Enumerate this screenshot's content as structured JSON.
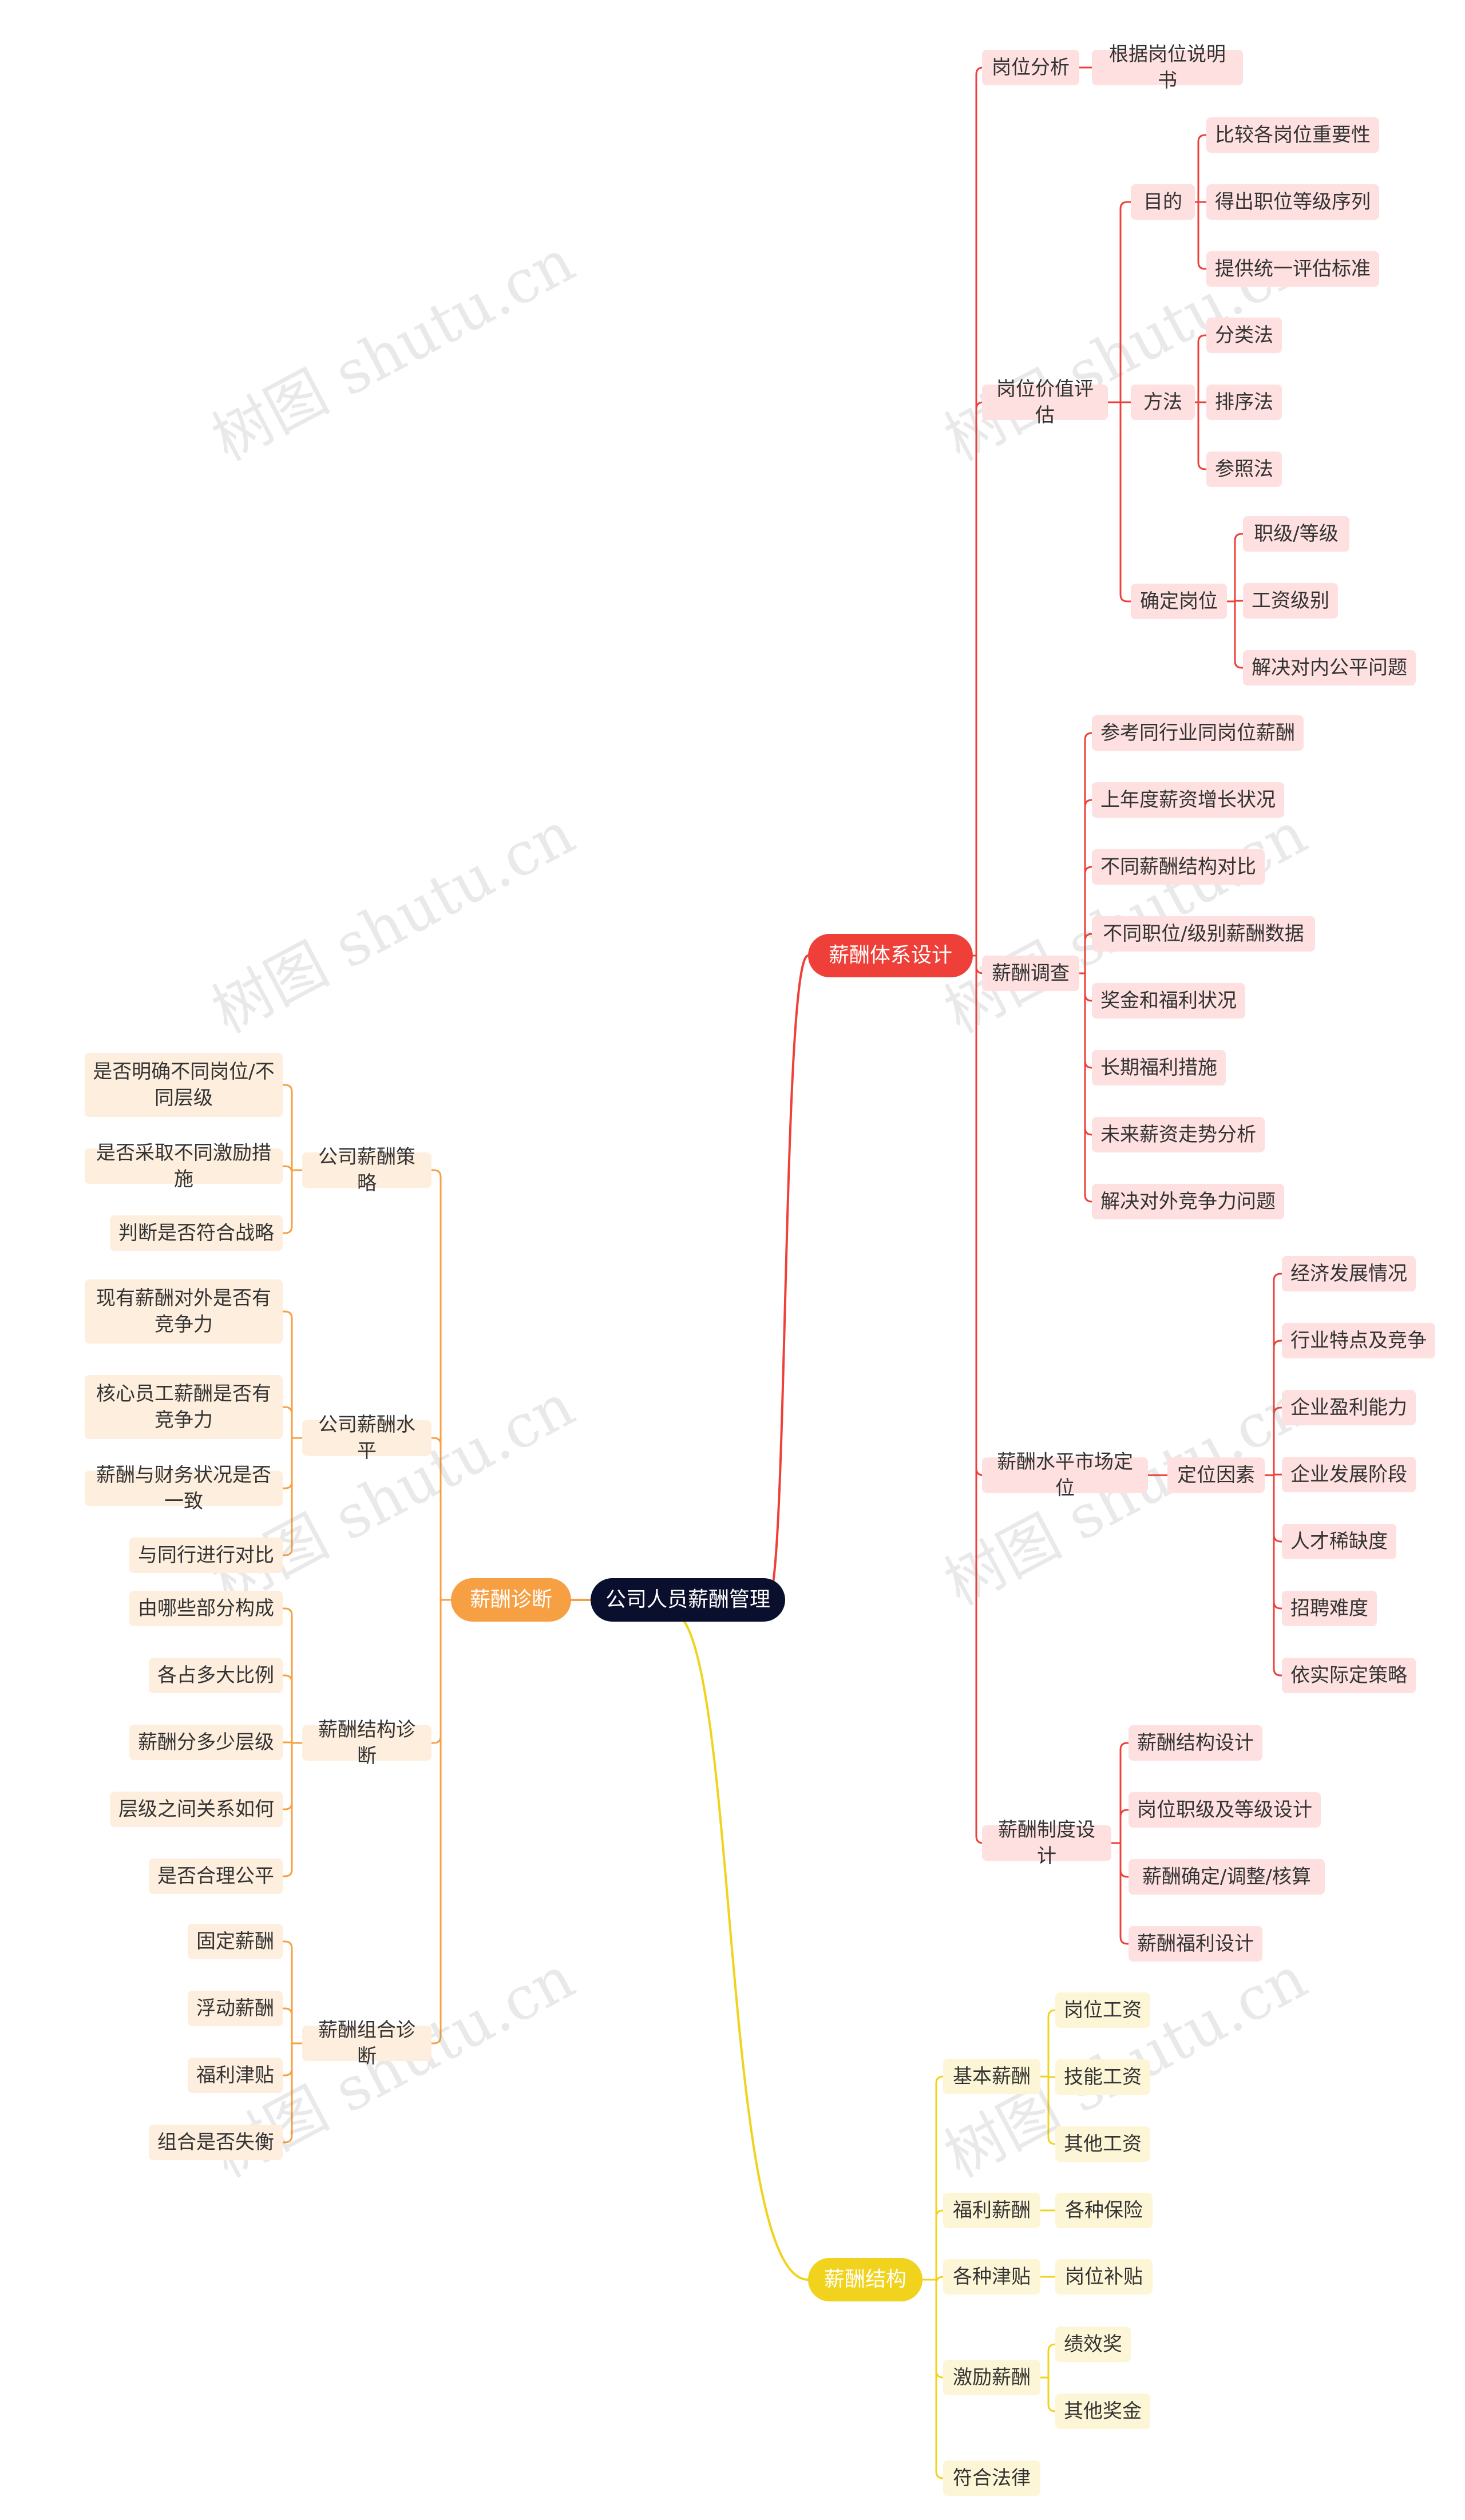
{
  "watermark_text": "树图 shutu.cn",
  "colors": {
    "root": "#0b0f2e",
    "red": "#ee4039",
    "yellow": "#f1d21c",
    "orange": "#f6a043",
    "red_light": "#fde0df",
    "yellow_light": "#fdf6d6",
    "orange_light": "#fdeedd"
  },
  "root": {
    "label": "公司人员薪酬管理"
  },
  "branches": {
    "system_design": {
      "label": "薪酬体系设计",
      "job_analysis": {
        "label": "岗位分析",
        "children": [
          "根据岗位说明书"
        ]
      },
      "job_evaluation": {
        "label": "岗位价值评估",
        "purpose": {
          "label": "目的",
          "children": [
            "比较各岗位重要性",
            "得出职位等级序列",
            "提供统一评估标准"
          ]
        },
        "method": {
          "label": "方法",
          "children": [
            "分类法",
            "排序法",
            "参照法"
          ]
        },
        "position": {
          "label": "确定岗位",
          "children": [
            "职级/等级",
            "工资级别",
            "解决对内公平问题"
          ]
        }
      },
      "survey": {
        "label": "薪酬调查",
        "children": [
          "参考同行业同岗位薪酬",
          "上年度薪资增长状况",
          "不同薪酬结构对比",
          "不同职位/级别薪酬数据",
          "奖金和福利状况",
          "长期福利措施",
          "未来薪资走势分析",
          "解决对外竞争力问题"
        ]
      },
      "market": {
        "label": "薪酬水平市场定位",
        "factors": {
          "label": "定位因素",
          "children": [
            "经济发展情况",
            "行业特点及竞争",
            "企业盈利能力",
            "企业发展阶段",
            "人才稀缺度",
            "招聘难度",
            "依实际定策略"
          ]
        }
      },
      "institution": {
        "label": "薪酬制度设计",
        "children": [
          "薪酬结构设计",
          "岗位职级及等级设计",
          "薪酬确定/调整/核算",
          "薪酬福利设计"
        ]
      }
    },
    "structure": {
      "label": "薪酬结构",
      "basic": {
        "label": "基本薪酬",
        "children": [
          "岗位工资",
          "技能工资",
          "其他工资"
        ]
      },
      "welfare": {
        "label": "福利薪酬",
        "children": [
          "各种保险"
        ]
      },
      "allowance": {
        "label": "各种津贴",
        "children": [
          "岗位补贴"
        ]
      },
      "incentive": {
        "label": "激励薪酬",
        "children": [
          "绩效奖",
          "其他奖金"
        ]
      },
      "legal": {
        "label": "符合法律"
      }
    },
    "diagnosis": {
      "label": "薪酬诊断",
      "strategy": {
        "label": "公司薪酬策略",
        "children": [
          "是否明确不同岗位/不同层级",
          "是否采取不同激励措施",
          "判断是否符合战略"
        ]
      },
      "level": {
        "label": "公司薪酬水平",
        "children": [
          "现有薪酬对外是否有竞争力",
          "核心员工薪酬是否有竞争力",
          "薪酬与财务状况是否一致",
          "与同行进行对比"
        ]
      },
      "struct_diag": {
        "label": "薪酬结构诊断",
        "children": [
          "由哪些部分构成",
          "各占多大比例",
          "薪酬分多少层级",
          "层级之间关系如何",
          "是否合理公平"
        ]
      },
      "combo_diag": {
        "label": "薪酬组合诊断",
        "children": [
          "固定薪酬",
          "浮动薪酬",
          "福利津贴",
          "组合是否失衡"
        ]
      }
    }
  }
}
